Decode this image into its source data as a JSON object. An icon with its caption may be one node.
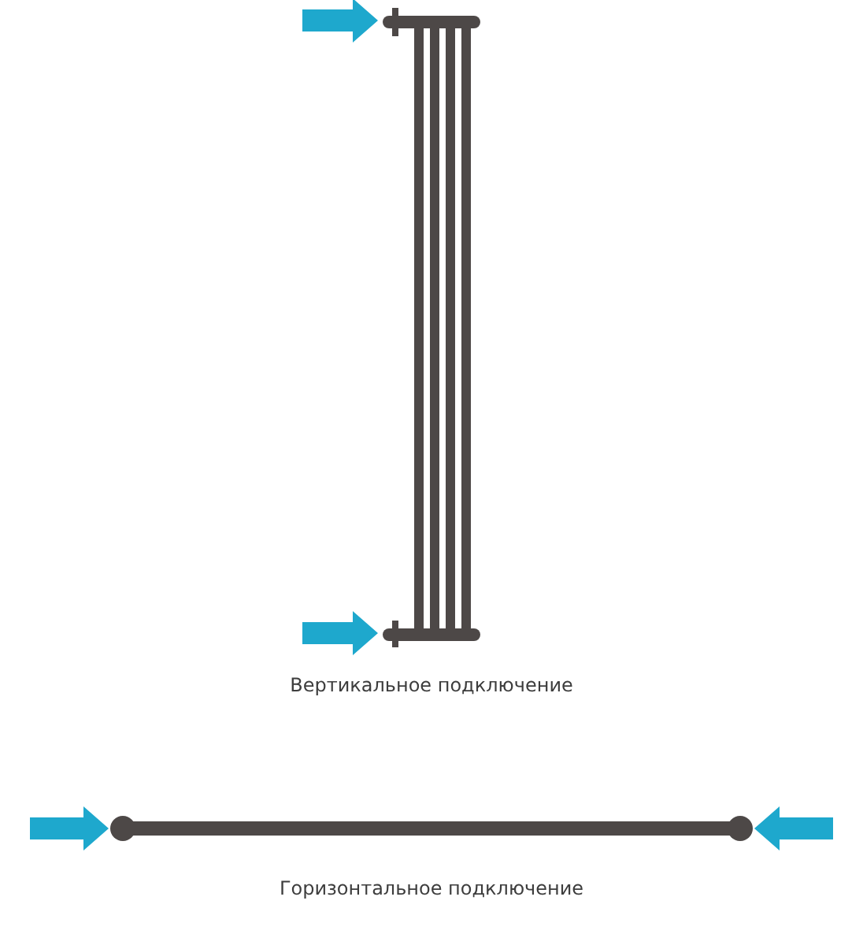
{
  "diagram": {
    "nodes": [
      {
        "text": [],
        "shape": "picture"
      },
      {
        "text": [],
        "shape": "bar"
      }
    ],
    "edges": [
      {
        "from": null,
        "to": 0,
        "arrow": "to",
        "style": "thick"
      },
      {
        "from": null,
        "to": 0,
        "arrow": "to",
        "style": "thick"
      },
      {
        "from": null,
        "to": 1,
        "arrow": "to",
        "style": "thick"
      },
      {
        "from": null,
        "to": 1,
        "arrow": "to",
        "style": "thick"
      }
    ],
    "labels": [
      "Вертикальное подключение",
      "Горизонтальное подключение"
    ]
  }
}
